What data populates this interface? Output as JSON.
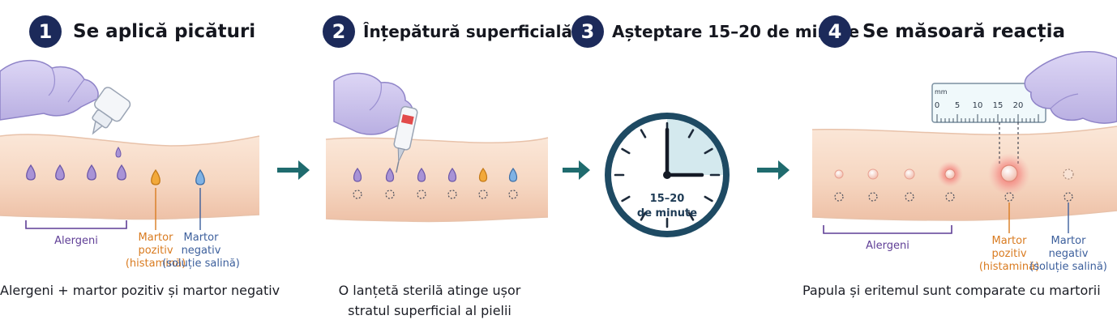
{
  "steps": [
    {
      "number": "1",
      "title": "Se aplică picături",
      "labels": {
        "allergens": "Alergeni",
        "positive_control": [
          "Martor",
          "pozitiv",
          "(histamină)"
        ],
        "negative_control": [
          "Martor",
          "negativ",
          "(soluție salină)"
        ]
      },
      "caption": [
        "Alergeni + martor pozitiv și martor negativ"
      ]
    },
    {
      "number": "2",
      "title": "Înțepătură superficială",
      "caption": [
        "O lanțetă sterilă atinge ușor",
        "stratul superficial al pielii"
      ]
    },
    {
      "number": "3",
      "title": "Așteptare 15–20 de minute",
      "clock_text": [
        "15–20",
        "de minute"
      ]
    },
    {
      "number": "4",
      "title": "Se măsoară reacția",
      "ruler": {
        "unit": "mm",
        "ticks": [
          "0",
          "5",
          "10",
          "15",
          "20"
        ]
      },
      "labels": {
        "allergens": "Alergeni",
        "positive_control": [
          "Martor",
          "pozitiv",
          "(histamină)"
        ],
        "negative_control": [
          "Martor",
          "negativ",
          "(soluție salină)"
        ]
      },
      "caption": [
        "Papula și eritemul sunt comparate cu martorii"
      ]
    }
  ],
  "colors": {
    "badge": "#1c2a5a",
    "arrow": "#1f6b6e",
    "clock_ring": "#1e4a63",
    "skin": "#f6d9c4",
    "allergen_drop": "#a893d6",
    "positive_drop": "#f2a93b",
    "negative_drop": "#7fb2e4",
    "glove": "#cfc6ee",
    "erythema": "#f05858"
  }
}
